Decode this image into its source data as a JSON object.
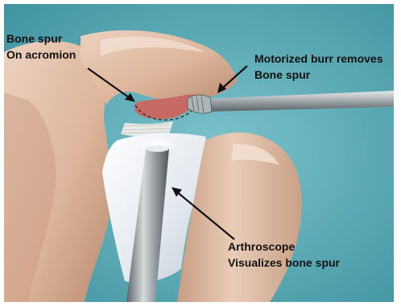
{
  "labels": {
    "bone_spur_line1": "Bone spur",
    "bone_spur_line2": "On acromion",
    "burr_line1": "Motorized burr removes",
    "burr_line2": "Bone spur",
    "scope_line1": "Arthroscope",
    "scope_line2": "Visualizes bone spur"
  },
  "colors": {
    "background": "#5aa9b4",
    "bone": "#ddb8a0",
    "spur": "#c86a64",
    "instrument": "#8a9296",
    "joint_capsule": "#e9eef3",
    "label_text": "#111111"
  },
  "icons": [
    "arrow-icon",
    "arrow-icon",
    "arrow-icon"
  ]
}
